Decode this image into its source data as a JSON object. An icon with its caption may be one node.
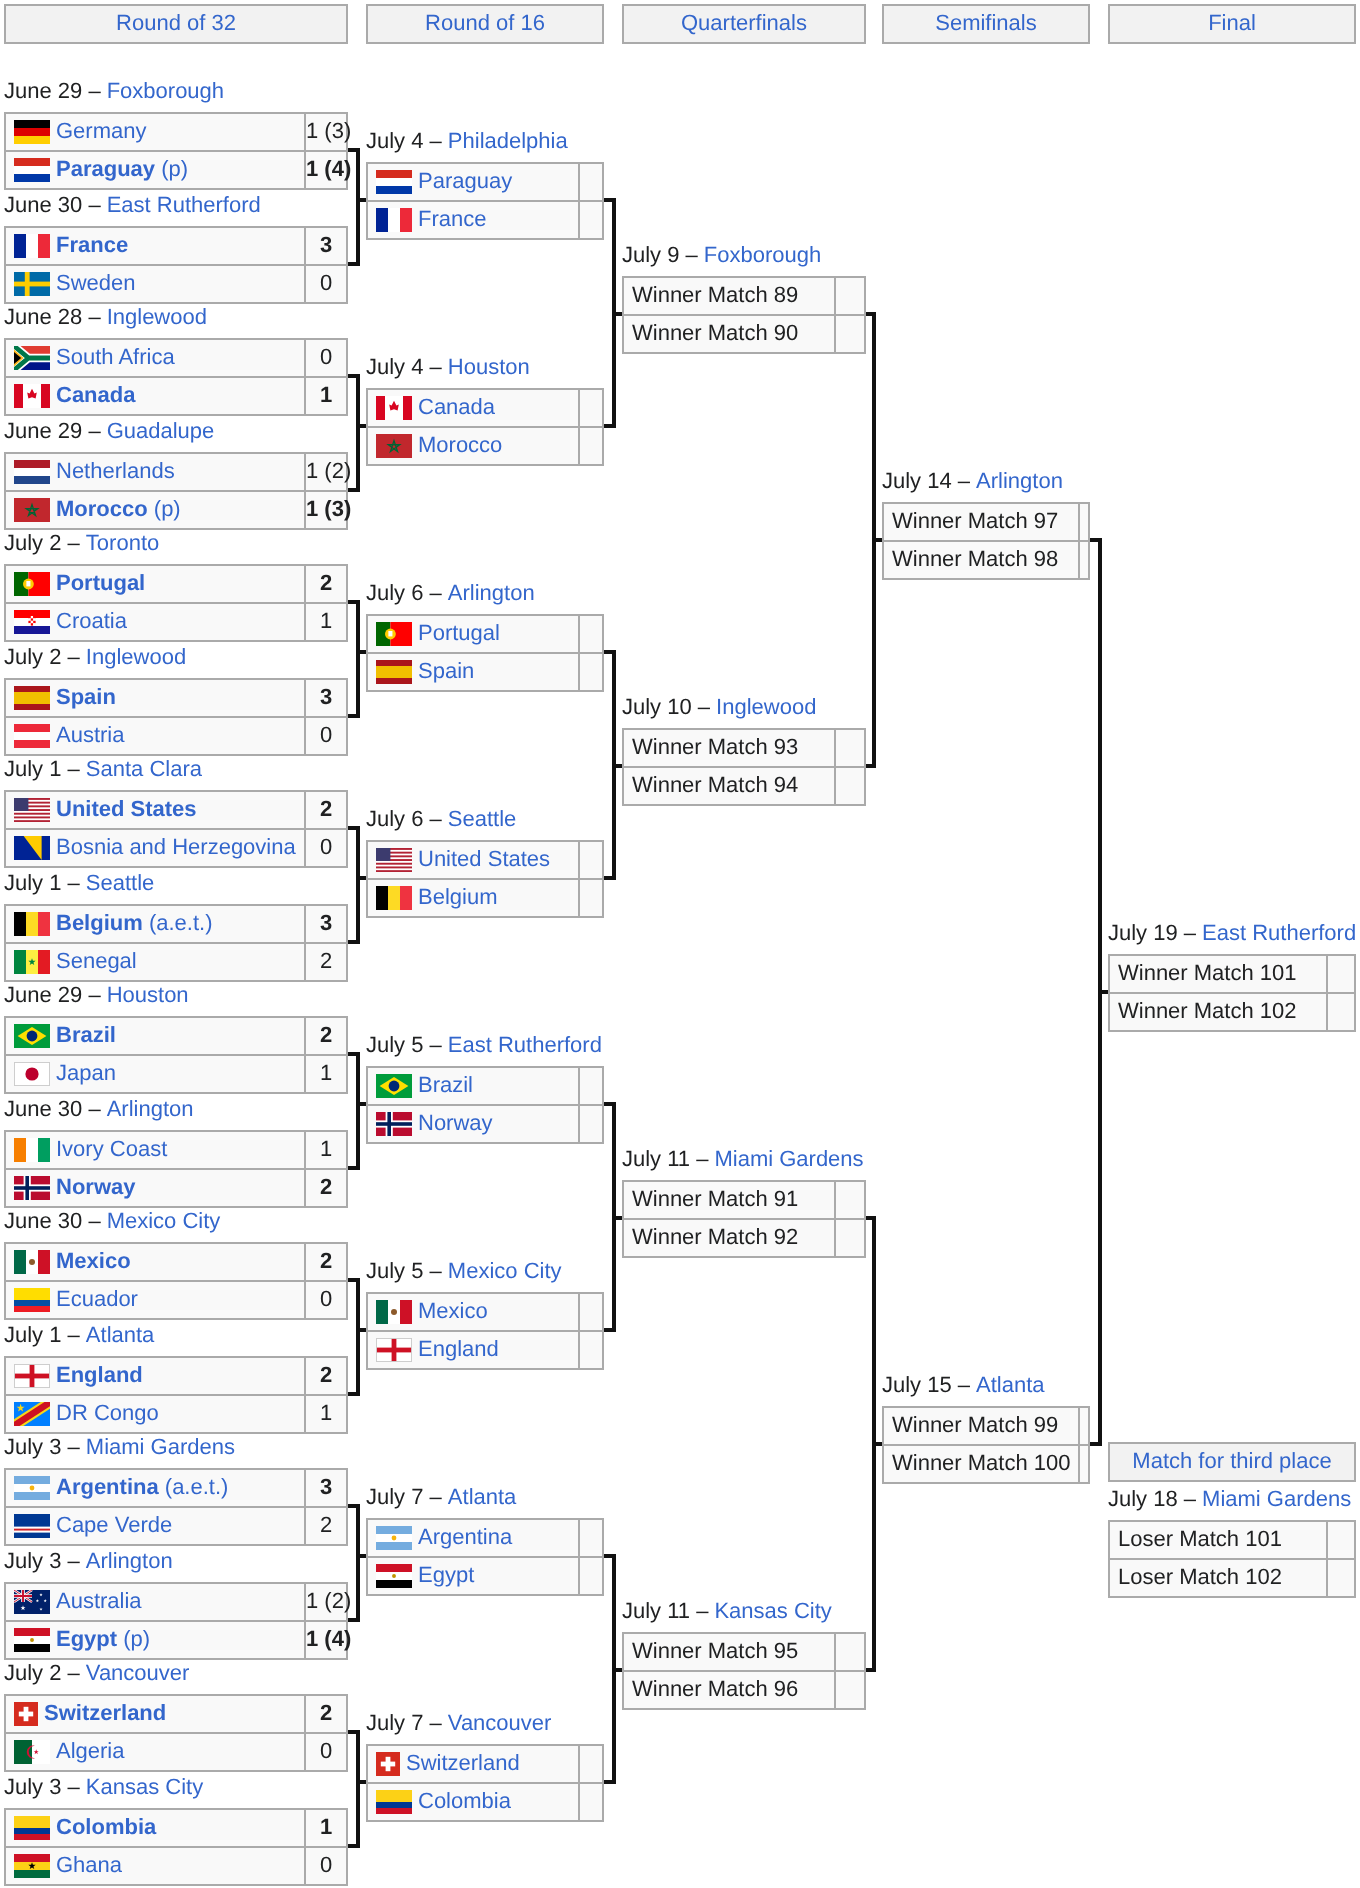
{
  "diagram": {
    "nodes": [
      {
        "text": [
          "Round of 32"
        ]
      },
      {
        "text": [
          "Round of 16"
        ]
      },
      {
        "text": [
          "Quarterfinals"
        ]
      },
      {
        "text": [
          "Semifinals"
        ]
      },
      {
        "text": [
          "Final"
        ]
      },
      {
        "text": [
          "June 29 –",
          "Foxborough",
          "Germany",
          "1 (3)",
          "**Paraguay** (p)",
          "1 (4)"
        ]
      },
      {
        "text": [
          "June 30 –",
          "East Rutherford",
          "France",
          "3",
          "Sweden",
          "0"
        ]
      },
      {
        "text": [
          "June 28 –",
          "Inglewood",
          "South Africa",
          "0",
          "Canada",
          "1"
        ]
      },
      {
        "text": [
          "June 29 –",
          "Guadalupe",
          "Netherlands",
          "1 (2)",
          "**Morocco** (p)",
          "1 (3)"
        ]
      },
      {
        "text": [
          "July 2 –",
          "Toronto",
          "Portugal",
          "2",
          "Croatia",
          "1"
        ]
      },
      {
        "text": [
          "July 2 –",
          "Inglewood",
          "Spain",
          "3",
          "Austria",
          "0"
        ]
      },
      {
        "text": [
          "July 1 –",
          "Santa Clara",
          "United States",
          "2",
          "Bosnia and Herzegovina",
          "0"
        ]
      },
      {
        "text": [
          "July 1 –",
          "Seattle",
          "**Belgium** (a.e.t.)",
          "3",
          "Senegal",
          "2"
        ]
      },
      {
        "text": [
          "June 29 –",
          "Houston",
          "Brazil",
          "2",
          "Japan",
          "1"
        ]
      },
      {
        "text": [
          "June 30 –",
          "Arlington",
          "Ivory Coast",
          "1",
          "Norway",
          "2"
        ]
      },
      {
        "text": [
          "June 30 –",
          "Mexico City",
          "Mexico",
          "2",
          "Ecuador",
          "0"
        ]
      },
      {
        "text": [
          "July 1 –",
          "Atlanta",
          "England",
          "2",
          "DR Congo",
          "1"
        ]
      },
      {
        "text": [
          "July 3 –",
          "Miami Gardens",
          "**Argentina** (a.e.t.)",
          "3",
          "Cape Verde",
          "2"
        ]
      },
      {
        "text": [
          "July 3 –",
          "Arlington",
          "Australia",
          "1 (2)",
          "**Egypt** (p)",
          "1 (4)"
        ]
      },
      {
        "text": [
          "July 2 –",
          "Vancouver",
          "Switzerland",
          "2",
          "Algeria",
          "0"
        ]
      },
      {
        "text": [
          "July 3 –",
          "Kansas City",
          "Colombia",
          "1",
          "Ghana",
          "0"
        ]
      },
      {
        "text": [
          "July 4 –",
          "Philadelphia",
          "Paraguay",
          "France"
        ]
      },
      {
        "text": [
          "July 4 –",
          "Houston",
          "Canada",
          "Morocco"
        ]
      },
      {
        "text": [
          "July 6 –",
          "Arlington",
          "Portugal",
          "Spain"
        ]
      },
      {
        "text": [
          "July 6 –",
          "Seattle",
          "United States",
          "Belgium"
        ]
      },
      {
        "text": [
          "July 5 –",
          "East Rutherford",
          "Brazil",
          "Norway"
        ]
      },
      {
        "text": [
          "July 5 –",
          "Mexico City",
          "Mexico",
          "England"
        ]
      },
      {
        "text": [
          "July 7 –",
          "Atlanta",
          "Argentina",
          "Egypt"
        ]
      },
      {
        "text": [
          "July 7 –",
          "Vancouver",
          "Switzerland",
          "Colombia"
        ]
      },
      {
        "text": [
          "July 9 –",
          "Foxborough",
          "Winner Match 89",
          "Winner Match 90"
        ]
      },
      {
        "text": [
          "July 10 –",
          "Inglewood",
          "Winner Match 93",
          "Winner Match 94"
        ]
      },
      {
        "text": [
          "July 11 –",
          "Miami Gardens",
          "Winner Match 91",
          "Winner Match 92"
        ]
      },
      {
        "text": [
          "July 11 –",
          "Kansas City",
          "Winner Match 95",
          "Winner Match 96"
        ]
      },
      {
        "text": [
          "July 14 –",
          "Arlington",
          "Winner Match 97",
          "Winner Match 98"
        ]
      },
      {
        "text": [
          "July 15 –",
          "Atlanta",
          "Winner Match 99",
          "Winner Match 100"
        ]
      },
      {
        "text": [
          "July 19 –",
          "East Rutherford",
          "Winner Match 101",
          "Winner Match 102"
        ]
      },
      {
        "text": [
          "Match for third place"
        ]
      },
      {
        "text": [
          "July 18 –",
          "Miami Gardens",
          "Loser Match 101",
          "Loser Match 102"
        ]
      }
    ],
    "edges": [
      {
        "from": 5,
        "to": 21,
        "arrow": "none"
      },
      {
        "from": 6,
        "to": 21,
        "arrow": "none"
      },
      {
        "from": 7,
        "to": 22,
        "arrow": "none"
      },
      {
        "from": 8,
        "to": 22,
        "arrow": "none"
      },
      {
        "from": 9,
        "to": 23,
        "arrow": "none"
      },
      {
        "from": 10,
        "to": 23,
        "arrow": "none"
      },
      {
        "from": 11,
        "to": 24,
        "arrow": "none"
      },
      {
        "from": 12,
        "to": 24,
        "arrow": "none"
      },
      {
        "from": 13,
        "to": 25,
        "arrow": "none"
      },
      {
        "from": 14,
        "to": 25,
        "arrow": "none"
      },
      {
        "from": 15,
        "to": 26,
        "arrow": "none"
      },
      {
        "from": 16,
        "to": 26,
        "arrow": "none"
      },
      {
        "from": 17,
        "to": 27,
        "arrow": "none"
      },
      {
        "from": 18,
        "to": 27,
        "arrow": "none"
      },
      {
        "from": 19,
        "to": 28,
        "arrow": "none"
      },
      {
        "from": 20,
        "to": 28,
        "arrow": "none"
      },
      {
        "from": 21,
        "to": 29,
        "arrow": "none"
      },
      {
        "from": 22,
        "to": 29,
        "arrow": "none"
      },
      {
        "from": 23,
        "to": 30,
        "arrow": "none"
      },
      {
        "from": 24,
        "to": 30,
        "arrow": "none"
      },
      {
        "from": 25,
        "to": 31,
        "arrow": "none"
      },
      {
        "from": 26,
        "to": 31,
        "arrow": "none"
      },
      {
        "from": 27,
        "to": 32,
        "arrow": "none"
      },
      {
        "from": 28,
        "to": 32,
        "arrow": "none"
      },
      {
        "from": 29,
        "to": 33,
        "arrow": "none"
      },
      {
        "from": 30,
        "to": 33,
        "arrow": "none"
      },
      {
        "from": 31,
        "to": 34,
        "arrow": "none"
      },
      {
        "from": 32,
        "to": 34,
        "arrow": "none"
      },
      {
        "from": 33,
        "to": 35,
        "arrow": "none"
      },
      {
        "from": 34,
        "to": 35,
        "arrow": "none"
      }
    ]
  }
}
